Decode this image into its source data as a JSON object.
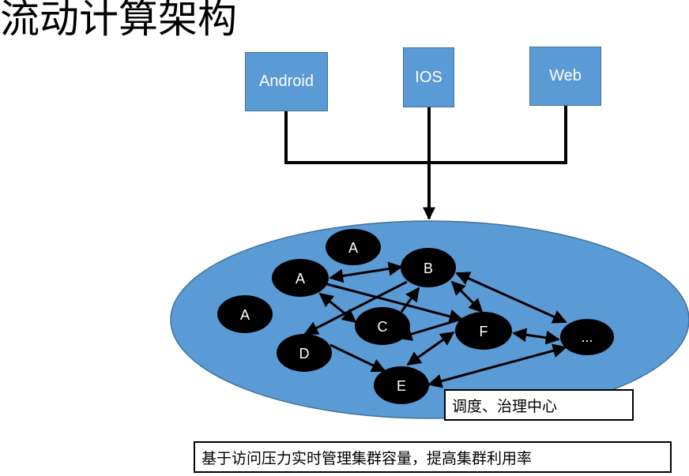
{
  "title": "流动计算架构",
  "clients": [
    {
      "label": "Android"
    },
    {
      "label": "IOS"
    },
    {
      "label": "Web"
    }
  ],
  "nodes": {
    "a_top": "A",
    "a_mid": "A",
    "a_left": "A",
    "b": "B",
    "c": "C",
    "d": "D",
    "e": "E",
    "f": "F",
    "more": "..."
  },
  "center_label": "调度、治理中心",
  "footer_note": "基于访问压力实时管理集群容量，提高集群利用率",
  "colors": {
    "client_fill": "#5b9bd5",
    "cluster_fill": "#5b9bd5",
    "node_fill": "#000000",
    "node_text": "#ffffff"
  }
}
